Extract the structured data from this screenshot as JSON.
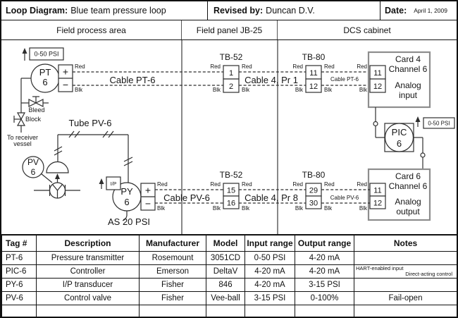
{
  "title_bar": {
    "loop_label": "Loop Diagram:",
    "loop_value": "Blue team pressure loop",
    "revised_label": "Revised by:",
    "revised_value": "Duncan D.V.",
    "date_label": "Date:",
    "date_value": "April 1, 2009"
  },
  "sections": {
    "field": "Field process area",
    "panel": "Field panel JB-25",
    "dcs": "DCS cabinet"
  },
  "labels": {
    "red": "Red",
    "blk": "Blk",
    "plus": "+",
    "minus": "−"
  },
  "field_area": {
    "pt_range": "0-50 PSI",
    "pt_tag": "PT",
    "pt_num": "6",
    "cable_pt6": "Cable PT-6",
    "bleed": "Bleed",
    "block": "Block",
    "receiver_line1": "To receiver",
    "receiver_line2": "vessel",
    "tube": "Tube PV-6",
    "pv_tag": "PV",
    "pv_num": "6",
    "py_tag": "PY",
    "py_num": "6",
    "ip": "I/P",
    "air_supply": "AS 20 PSI",
    "cable_pv6": "Cable PV-6"
  },
  "panel": {
    "tb_title": "TB-52",
    "top_t1": "1",
    "top_t2": "2",
    "bot_t1": "15",
    "bot_t2": "16",
    "cable_pr1": "Cable 4, Pr 1",
    "cable_pr8": "Cable 4, Pr 8"
  },
  "dcs": {
    "tb_title": "TB-80",
    "top_t1": "11",
    "top_t2": "12",
    "bot_t1": "29",
    "bot_t2": "30",
    "cable_pt6": "Cable PT-6",
    "cable_pv6": "Cable PV-6",
    "card4_line1": "Card 4",
    "card4_line2": "Channel 6",
    "card4_line3": "Analog",
    "card4_line4": "input",
    "card4_t1": "11",
    "card4_t2": "12",
    "card6_line1": "Card 6",
    "card6_line2": "Channel 6",
    "card6_line3": "Analog",
    "card6_line4": "output",
    "card6_t1": "11",
    "card6_t2": "12",
    "pic_tag": "PIC",
    "pic_num": "6",
    "pic_range": "0-50 PSI"
  },
  "table": {
    "headers": [
      "Tag #",
      "Description",
      "Manufacturer",
      "Model",
      "Input range",
      "Output range",
      "Notes"
    ],
    "rows": [
      {
        "tag": "PT-6",
        "desc": "Pressure transmitter",
        "mfr": "Rosemount",
        "model": "3051CD",
        "input": "0-50 PSI",
        "output": "4-20 mA",
        "notes": ""
      },
      {
        "tag": "PIC-6",
        "desc": "Controller",
        "mfr": "Emerson",
        "model": "DeltaV",
        "input": "4-20 mA",
        "output": "4-20 mA",
        "notes_line1": "HART-enabled input",
        "notes_line2": "Direct-acting control"
      },
      {
        "tag": "PY-6",
        "desc": "I/P transducer",
        "mfr": "Fisher",
        "model": "846",
        "input": "4-20 mA",
        "output": "3-15 PSI",
        "notes": ""
      },
      {
        "tag": "PV-6",
        "desc": "Control valve",
        "mfr": "Fisher",
        "model": "Vee-ball",
        "input": "3-15 PSI",
        "output": "0-100%",
        "notes": "Fail-open"
      },
      {
        "tag": "",
        "desc": "",
        "mfr": "",
        "model": "",
        "input": "",
        "output": "",
        "notes": ""
      }
    ]
  }
}
